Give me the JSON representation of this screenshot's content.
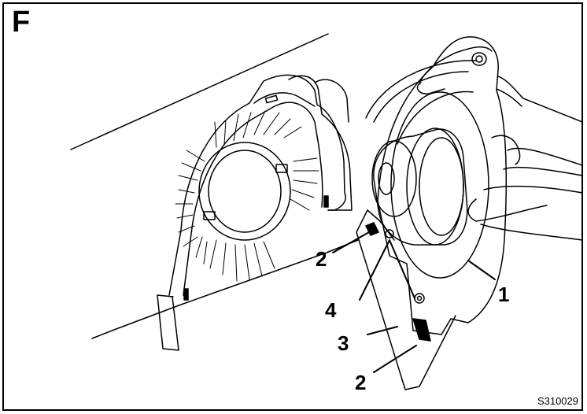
{
  "figure": {
    "frame_label": "F",
    "figure_code": "S310029"
  },
  "callouts": {
    "c1": "1",
    "c2_upper": "2",
    "c2_lower": "2",
    "c3": "3",
    "c4": "4"
  }
}
